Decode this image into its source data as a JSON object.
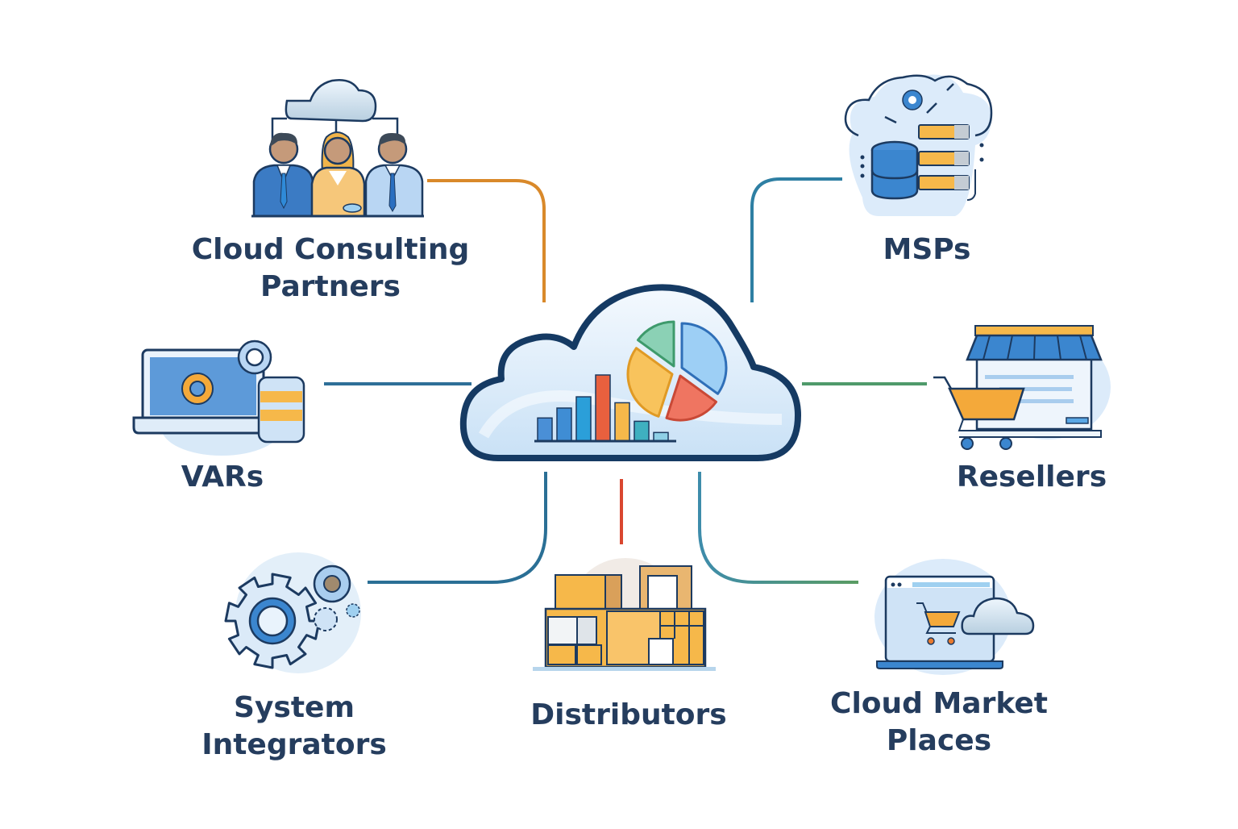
{
  "diagram": {
    "title": "Cloud Channel Partner Ecosystem",
    "hub": {
      "name": "cloud-analytics-hub",
      "icon": "cloud-with-charts-icon",
      "bar_chart_relative_heights": [
        0.35,
        0.5,
        0.67,
        1.0,
        0.58,
        0.3,
        0.13
      ],
      "bar_colors": [
        "#4a8fd6",
        "#3f8dd4",
        "#2b9fd9",
        "#e8603e",
        "#f6b84a",
        "#3fb0c0",
        "#8fd0e6"
      ],
      "pie_slices": [
        {
          "color": "#9dcff5",
          "stroke": "#2f6fb8",
          "share": 0.35
        },
        {
          "color": "#ef7561",
          "stroke": "#c94936",
          "share": 0.2
        },
        {
          "color": "#f8c35c",
          "stroke": "#e09a25",
          "share": 0.3
        },
        {
          "color": "#8bd1b5",
          "stroke": "#3e9a6c",
          "share": 0.15
        }
      ]
    },
    "nodes": [
      {
        "id": "cloud-consulting-partners",
        "lines": [
          "Cloud Consulting",
          "Partners"
        ],
        "icon": "consulting-team-icon",
        "connector_color": "#d9892a"
      },
      {
        "id": "msps",
        "lines": [
          "MSPs"
        ],
        "icon": "managed-services-server-icon",
        "connector_color": "#2e7fa3"
      },
      {
        "id": "vars",
        "lines": [
          "VARs"
        ],
        "icon": "laptop-gear-database-icon",
        "connector_color": "#2e6f98"
      },
      {
        "id": "resellers",
        "lines": [
          "Resellers"
        ],
        "icon": "storefront-cart-icon",
        "connector_color": "#4f9a6b"
      },
      {
        "id": "system-integrators",
        "lines": [
          "System",
          "Integrators"
        ],
        "icon": "gears-icon",
        "connector_color": "#2a6f95"
      },
      {
        "id": "distributors",
        "lines": [
          "Distributors"
        ],
        "icon": "warehouse-boxes-icon",
        "connector_color": "#d9462f"
      },
      {
        "id": "cloud-market-places",
        "lines": [
          "Cloud Market",
          "Places"
        ],
        "icon": "online-marketplace-icon",
        "connector_color": "#4b9e8a"
      }
    ],
    "colors": {
      "label_text": "#253d5e",
      "outline": "#1c3a60",
      "accent_orange": "#f4a93a",
      "accent_blue": "#3b86cf",
      "light_blue": "#d8e9f8"
    }
  }
}
